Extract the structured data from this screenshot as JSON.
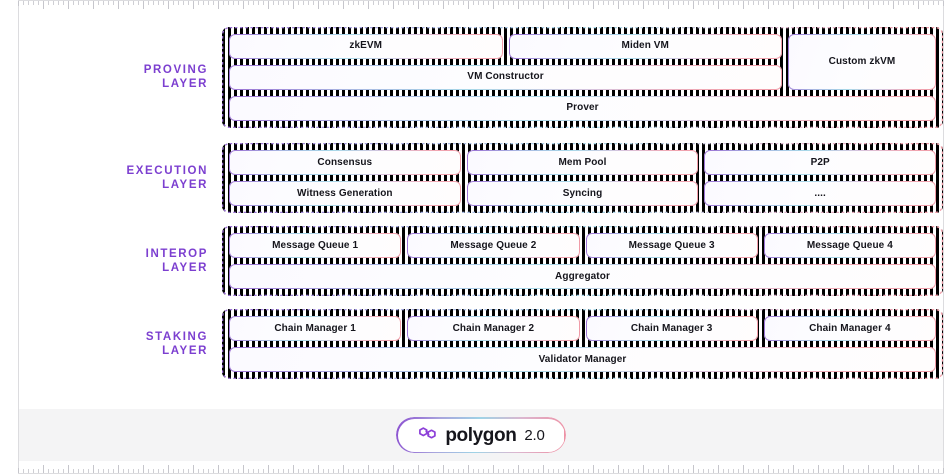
{
  "footer": {
    "logo_mark_icon": "polygon-logo-icon",
    "logo_word": "polygon",
    "logo_version": "2.0"
  },
  "theme": {
    "label_purple": "#7c3fd0",
    "border_gradient_start": "#9b6fd4",
    "border_gradient_mid": "#a8d8e8",
    "border_gradient_end": "#f09aa6",
    "footer_band": "#f4f4f5",
    "canvas": "#ffffff",
    "text": "#15151c"
  },
  "layers": [
    {
      "id": "proving",
      "label": "PROVING\nLAYER",
      "layout": "split",
      "main_rows": [
        [
          "zkEVM",
          "Miden VM"
        ],
        [
          "VM Constructor"
        ]
      ],
      "side": "Custom zkVM",
      "full_rows": [
        "Prover"
      ]
    },
    {
      "id": "execution",
      "label": "EXECUTION\nLAYER",
      "layout": "grid",
      "rows": [
        [
          "Consensus",
          "Mem Pool",
          "P2P"
        ],
        [
          "Witness Generation",
          "Syncing",
          "...."
        ]
      ]
    },
    {
      "id": "interop",
      "label": "INTEROP\nLAYER",
      "layout": "grid",
      "rows": [
        [
          "Message Queue 1",
          "Message Queue 2",
          "Message Queue 3",
          "Message Queue 4"
        ],
        [
          "Aggregator"
        ]
      ]
    },
    {
      "id": "staking",
      "label": "STAKING\nLAYER",
      "layout": "grid",
      "rows": [
        [
          "Chain Manager 1",
          "Chain Manager 2",
          "Chain Manager 3",
          "Chain Manager 4"
        ],
        [
          "Validator Manager"
        ]
      ]
    }
  ]
}
